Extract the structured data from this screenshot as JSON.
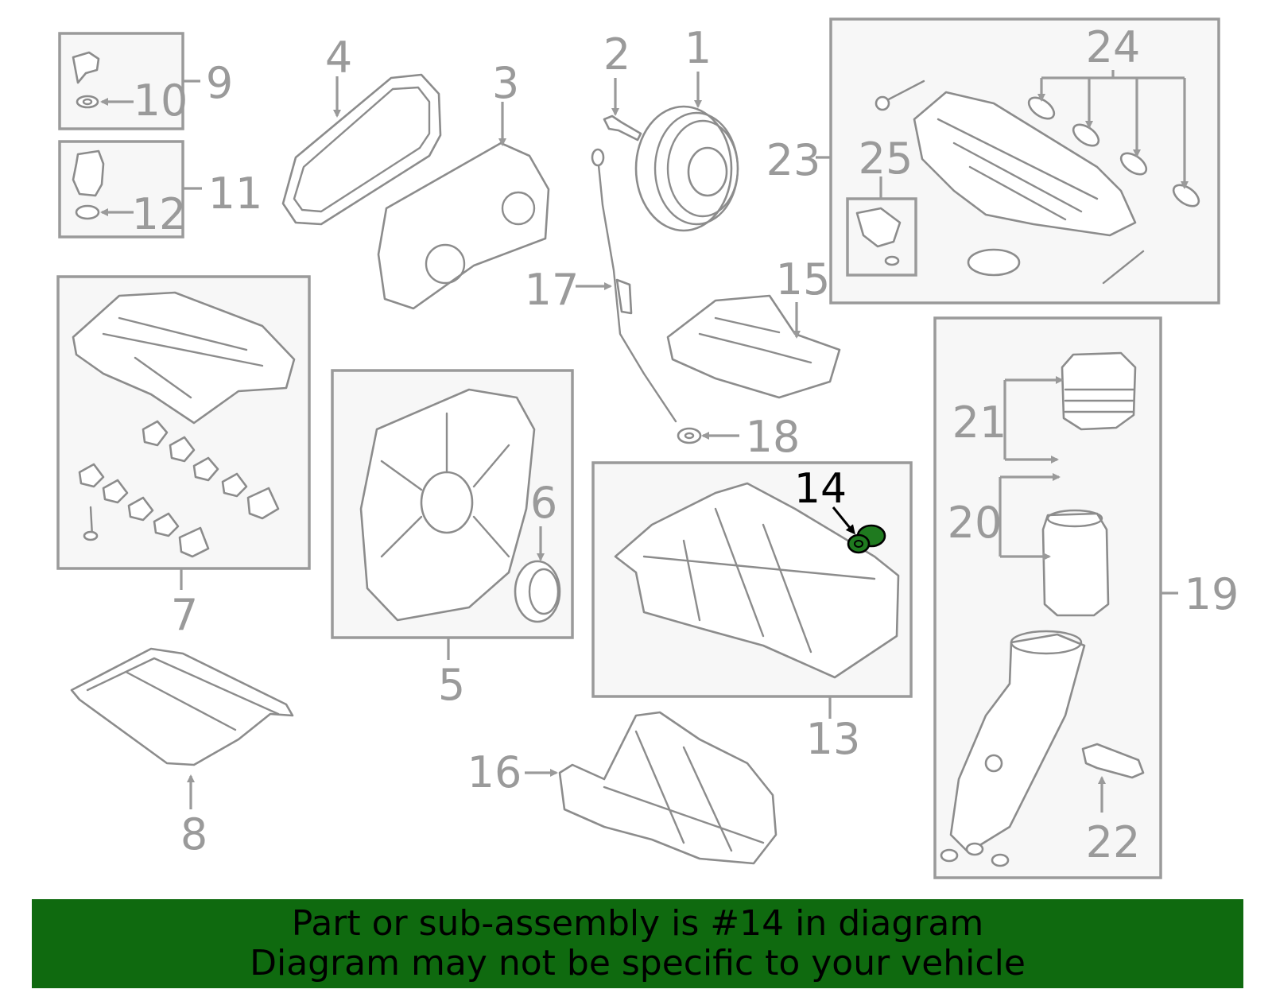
{
  "banner": {
    "line1": "Part or sub-assembly is #14 in diagram",
    "line2": "Diagram may not be specific to your vehicle"
  },
  "callouts": {
    "c1": "1",
    "c2": "2",
    "c3": "3",
    "c4": "4",
    "c5": "5",
    "c6": "6",
    "c7": "7",
    "c8": "8",
    "c9": "9",
    "c10": "10",
    "c11": "11",
    "c12": "12",
    "c13": "13",
    "c14": "14",
    "c15": "15",
    "c16": "16",
    "c17": "17",
    "c18": "18",
    "c19": "19",
    "c20": "20",
    "c21": "21",
    "c22": "22",
    "c23": "23",
    "c24": "24",
    "c25": "25"
  },
  "colors": {
    "highlight_part": "#1f7a1f",
    "banner_background": "#0f6a0f",
    "callout_gray": "#9a9a9a"
  },
  "highlighted_part": "14"
}
